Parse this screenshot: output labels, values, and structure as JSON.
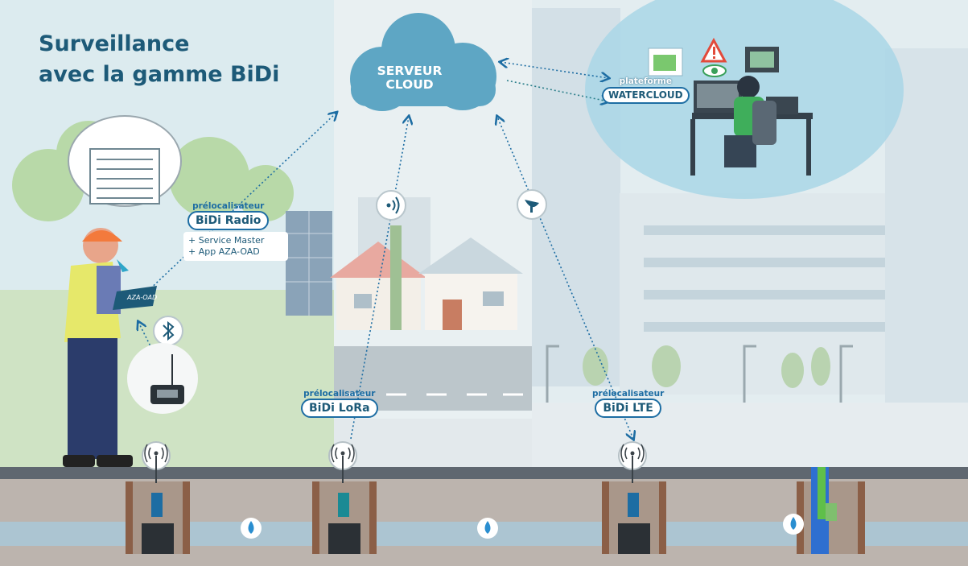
{
  "title_line1": "Surveillance",
  "title_line2": "avec la gamme BiDi",
  "cloud_line1": "SERVEUR",
  "cloud_line2": "CLOUD",
  "platform_pre": "plateforme",
  "platform_name": "WATERCLOUD",
  "tablet_label": "AZA-OAD",
  "devices": [
    {
      "pre": "prélocalisateur",
      "name": "BiDi Radio",
      "link": "radio/Bluetooth"
    },
    {
      "pre": "prélocalisateur",
      "name": "BiDi LoRa",
      "link": "LoRa"
    },
    {
      "pre": "prélocalisateur",
      "name": "BiDi LTE",
      "link": "LTE"
    }
  ],
  "services": [
    "+ Service Master",
    "+ App AZA-OAD"
  ],
  "icons": [
    "bluetooth-icon",
    "lora-signal-icon",
    "satellite-antenna-icon",
    "warning-icon",
    "eye-icon",
    "map-icon",
    "water-drop-icon",
    "radio-signal-icon"
  ],
  "colors": {
    "primary": "#1d5a78",
    "accent": "#1d6da3",
    "cloud": "#5ea6c4",
    "ground": "#bcb4ae",
    "pipe": "#a9c8d8"
  }
}
